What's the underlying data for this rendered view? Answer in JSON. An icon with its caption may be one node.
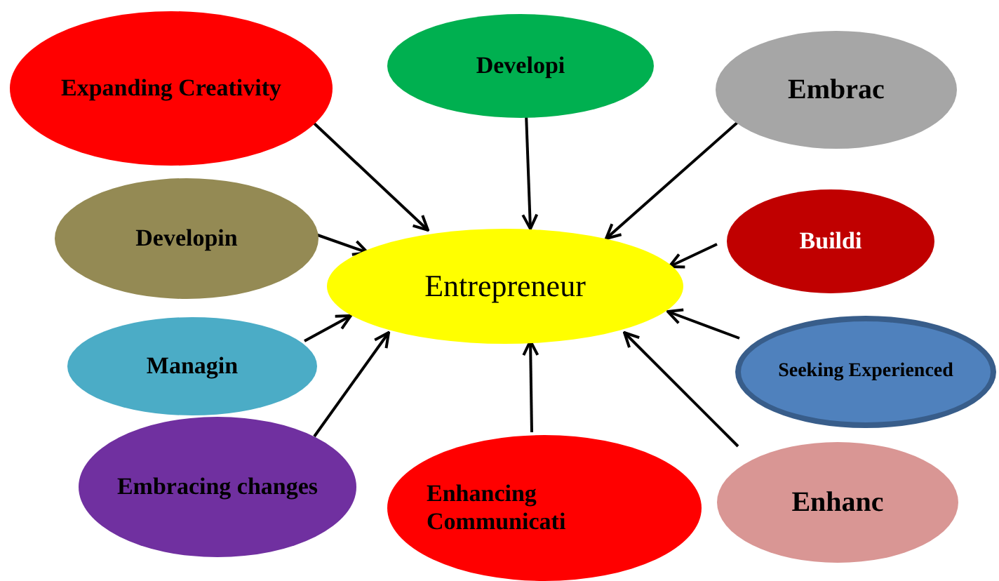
{
  "diagram": {
    "nodes": [
      {
        "text": [
          "Entrepreneur"
        ]
      },
      {
        "text": [
          "Expanding Creativity"
        ]
      },
      {
        "text": [
          "Developi"
        ]
      },
      {
        "text": [
          "Embrac"
        ]
      },
      {
        "text": [
          "Developin"
        ]
      },
      {
        "text": [
          "Buildi"
        ]
      },
      {
        "text": [
          "Managin"
        ]
      },
      {
        "text": [
          "Seeking Experienced"
        ]
      },
      {
        "text": [
          "Embracing changes"
        ]
      },
      {
        "text": [
          "Enhancing Communicati"
        ]
      },
      {
        "text": [
          "Enhanc"
        ]
      }
    ],
    "edges": [
      {
        "from": 1,
        "to": 0,
        "arrow": "to"
      },
      {
        "from": 2,
        "to": 0,
        "arrow": "to"
      },
      {
        "from": 3,
        "to": 0,
        "arrow": "to"
      },
      {
        "from": 4,
        "to": 0,
        "arrow": "to"
      },
      {
        "from": 5,
        "to": 0,
        "arrow": "to"
      },
      {
        "from": 6,
        "to": 0,
        "arrow": "to"
      },
      {
        "from": 7,
        "to": 0,
        "arrow": "to"
      },
      {
        "from": 8,
        "to": 0,
        "arrow": "to"
      },
      {
        "from": 9,
        "to": 0,
        "arrow": "to"
      },
      {
        "from": 10,
        "to": 0,
        "arrow": "to"
      }
    ]
  }
}
